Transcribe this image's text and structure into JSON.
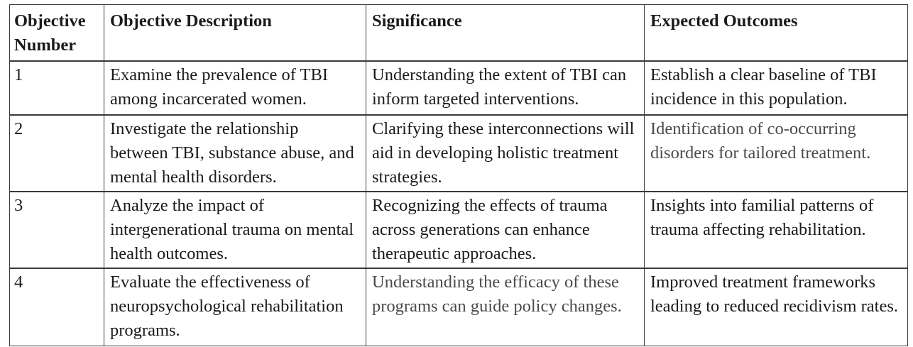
{
  "caption_fragment": "",
  "table": {
    "headers": {
      "objective_number": "Objective Number",
      "objective_description": "Objective Description",
      "significance": "Significance",
      "expected_outcomes": "Expected Outcomes"
    },
    "rows": [
      {
        "number": "1",
        "description": "Examine the prevalence of TBI among incarcerated women.",
        "significance": "Understanding the extent of TBI can inform targeted interventions.",
        "outcomes": "Establish a clear baseline of TBI incidence in this population."
      },
      {
        "number": "2",
        "description": "Investigate the relationship between TBI, substance abuse, and mental health disorders.",
        "significance": "Clarifying these interconnections will aid in developing holistic treatment strategies.",
        "outcomes": "Identification of co-occurring disorders for tailored treatment."
      },
      {
        "number": "3",
        "description": "Analyze the impact of intergenerational trauma on mental health outcomes.",
        "significance": "Recognizing the effects of trauma across generations can enhance therapeutic approaches.",
        "outcomes": "Insights into familial patterns of trauma affecting rehabilitation."
      },
      {
        "number": "4",
        "description": "Evaluate the effectiveness of neuropsychological rehabilitation programs.",
        "significance": "Understanding the efficacy of these programs can guide policy changes.",
        "outcomes": "Improved treatment frameworks leading to reduced recidivism rates."
      }
    ]
  }
}
